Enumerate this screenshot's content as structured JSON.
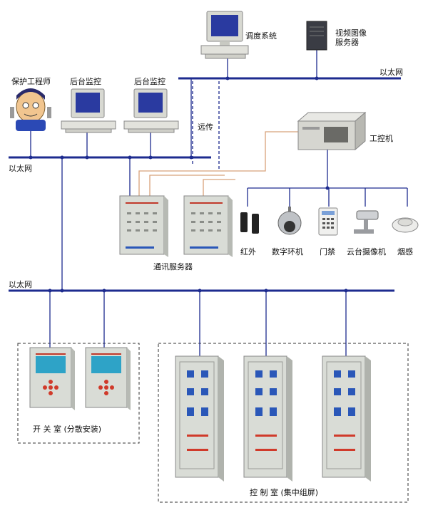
{
  "networks": {
    "top": "以太网",
    "middle": "以太网",
    "bottom": "以太网"
  },
  "nodes": {
    "dispatch": "调度系统",
    "video_server": "视频图像\n服务器",
    "engineer": "保护工程师",
    "backend_1": "后台监控",
    "backend_2": "后台监控",
    "remote": "远传",
    "ipc": "工控机",
    "comm_server": "通讯服务器"
  },
  "sensors": [
    "红外",
    "数字环机",
    "门禁",
    "云台摄像机",
    "烟感"
  ],
  "rooms": {
    "switch_room": "开 关 室 (分散安装)",
    "control_room": "控 制 室 (集中组屏)"
  },
  "colors": {
    "bus": "#1d2b8f",
    "link": "#1d2b8f",
    "serial": "#d8a27a",
    "cabinet": "#d9dcd6",
    "screen": "#2a57b8"
  }
}
